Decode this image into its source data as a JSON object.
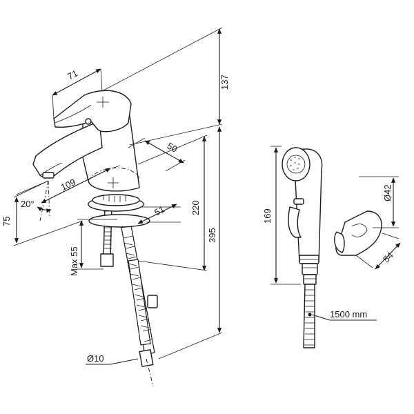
{
  "dimensions": {
    "handle_width": "71",
    "top_height": "137",
    "spout_depth": "50",
    "spout_reach": "109",
    "angle": "20°",
    "spout_height": "75",
    "base_diameter": "51",
    "body_height": "220",
    "total_height": "395",
    "max_deck": "Max 55",
    "hose_diameter": "Ø10",
    "handshower_length": "169",
    "holder_diameter": "Ø42",
    "holder_depth": "54",
    "hose_length": "1500 mm"
  }
}
